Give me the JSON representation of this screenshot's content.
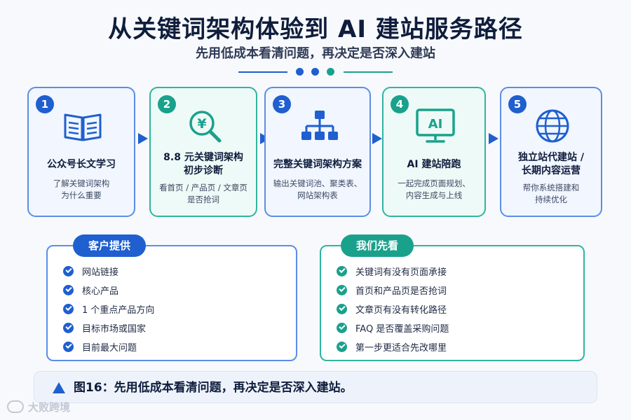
{
  "header": {
    "title": "从关键词架构体验到 AI 建站服务路径",
    "subtitle": "先用低成本看清问题，再决定是否深入建站"
  },
  "colors": {
    "blue": "#1f5fcf",
    "teal": "#1aa18c",
    "blue_border": "#5b8ee6",
    "teal_border": "#2fb5a0"
  },
  "steps": [
    {
      "num": "1",
      "icon": "book-icon",
      "title_lines": [
        "公众号长文学习"
      ],
      "desc_lines": [
        "了解关键词架构",
        "为什么重要"
      ]
    },
    {
      "num": "2",
      "icon": "yen-search-icon",
      "title_lines": [
        "8.8 元关键词架构",
        "初步诊断"
      ],
      "desc_lines": [
        "看首页 / 产品页 / 文章页",
        "是否抢词"
      ]
    },
    {
      "num": "3",
      "icon": "sitemap-icon",
      "title_lines": [
        "完整关键词架构方案"
      ],
      "desc_lines": [
        "输出关键词池、聚类表、",
        "网站架构表"
      ]
    },
    {
      "num": "4",
      "icon": "ai-monitor-icon",
      "icon_text": "AI",
      "title_lines": [
        "AI 建站陪跑"
      ],
      "desc_lines": [
        "一起完成页面规划、",
        "内容生成与上线"
      ]
    },
    {
      "num": "5",
      "icon": "globe-icon",
      "title_lines": [
        "独立站代建站 /",
        "长期内容运营"
      ],
      "desc_lines": [
        "帮你系统搭建和",
        "持续优化"
      ]
    }
  ],
  "panels": {
    "client": {
      "label": "客户提供",
      "items": [
        "网站链接",
        "核心产品",
        "1 个重点产品方向",
        "目标市场或国家",
        "目前最大问题"
      ]
    },
    "check": {
      "label": "我们先看",
      "items": [
        "关键词有没有页面承接",
        "首页和产品页是否抢词",
        "文章页有没有转化路径",
        "FAQ 是否覆盖采购问题",
        "第一步更适合先改哪里"
      ]
    }
  },
  "caption": {
    "text": "图16：先用低成本看清问题，再决定是否深入建站。"
  },
  "watermark": {
    "text": "大败跨境"
  }
}
